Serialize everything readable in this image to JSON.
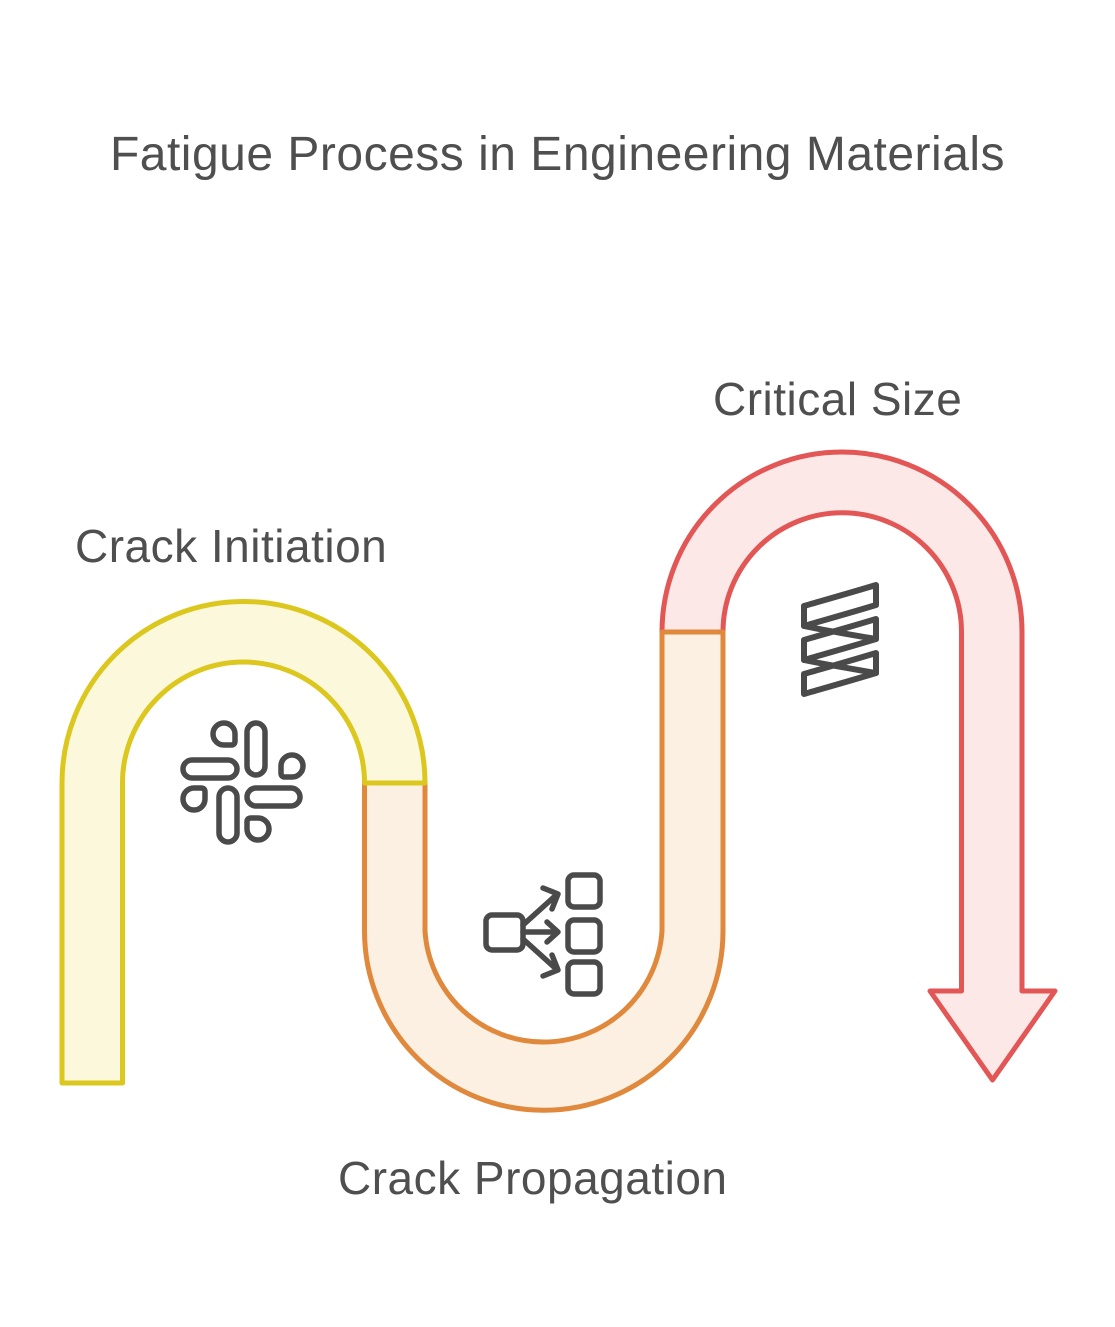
{
  "title": {
    "text": "Fatigue Process in Engineering Materials"
  },
  "stages": [
    {
      "label": "Crack Initiation",
      "icon": "slack-burst-icon",
      "stroke_color": "#DCC71E",
      "fill_color": "#FCF8DC"
    },
    {
      "label": "Crack Propagation",
      "icon": "branch-flow-icon",
      "stroke_color": "#E0883B",
      "fill_color": "#FCF0E3"
    },
    {
      "label": "Critical Size",
      "icon": "coil-spring-icon",
      "stroke_color": "#E25655",
      "fill_color": "#FCE9E7"
    }
  ],
  "colors": {
    "text": "#4F4F4F",
    "icon": "#4A4A4A",
    "background": "#FFFFFF"
  }
}
